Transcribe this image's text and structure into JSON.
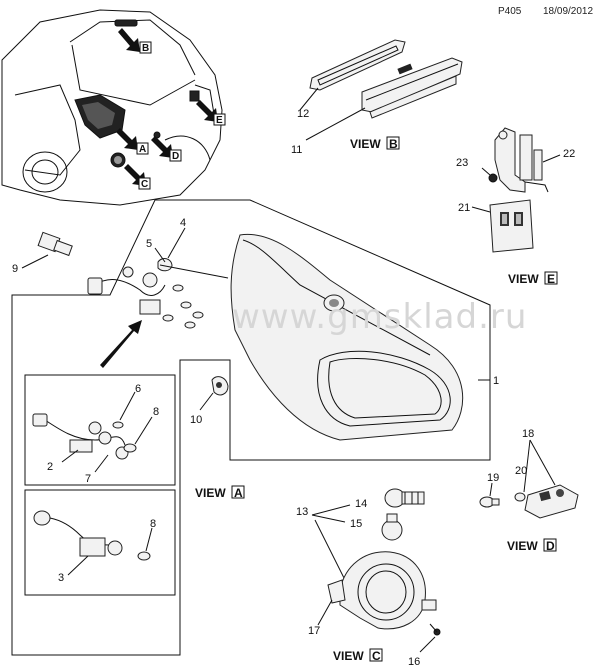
{
  "header": {
    "code": "P405",
    "date": "18/09/2012"
  },
  "watermark": "www.gmsklad.ru",
  "views": {
    "A": {
      "prefix": "VIEW",
      "letter": "A"
    },
    "B": {
      "prefix": "VIEW",
      "letter": "B"
    },
    "C": {
      "prefix": "VIEW",
      "letter": "C"
    },
    "D": {
      "prefix": "VIEW",
      "letter": "D"
    },
    "E": {
      "prefix": "VIEW",
      "letter": "E"
    }
  },
  "car_callouts": [
    "A",
    "B",
    "C",
    "D",
    "E"
  ],
  "labels": {
    "n1": "1",
    "n2": "2",
    "n3": "3",
    "n4": "4",
    "n5": "5",
    "n6": "6",
    "n7": "7",
    "n8a": "8",
    "n8b": "8",
    "n9": "9",
    "n10": "10",
    "n11": "11",
    "n12": "12",
    "n13": "13",
    "n14": "14",
    "n15": "15",
    "n16": "16",
    "n17": "17",
    "n18": "18",
    "n19": "19",
    "n20": "20",
    "n21": "21",
    "n22": "22",
    "n23": "23"
  }
}
